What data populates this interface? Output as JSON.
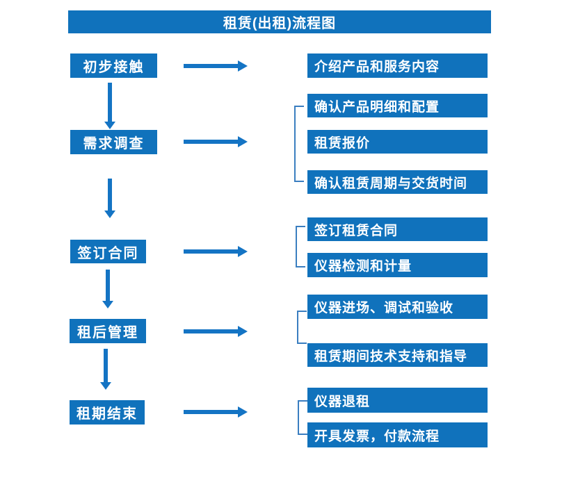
{
  "title": "租赁(出租)流程图",
  "colors": {
    "accent": "#1072BC",
    "arrow": "#1474C4",
    "bracket": "#3A7EC0",
    "text_on_accent": "#FFFFFF",
    "background": "#FFFFFF"
  },
  "steps": [
    {
      "label": "初步接触",
      "details": [
        "介绍产品和服务内容"
      ]
    },
    {
      "label": "需求调查",
      "details": [
        "确认产品明细和配置",
        "租赁报价",
        "确认租赁周期与交货时间"
      ]
    },
    {
      "label": "签订合同",
      "details": [
        "签订租赁合同",
        "仪器检测和计量"
      ]
    },
    {
      "label": "租后管理",
      "details": [
        "仪器进场、调试和验收",
        "租赁期间技术支持和指导"
      ]
    },
    {
      "label": "租期结束",
      "details": [
        "仪器退租",
        "开具发票，付款流程"
      ]
    }
  ]
}
